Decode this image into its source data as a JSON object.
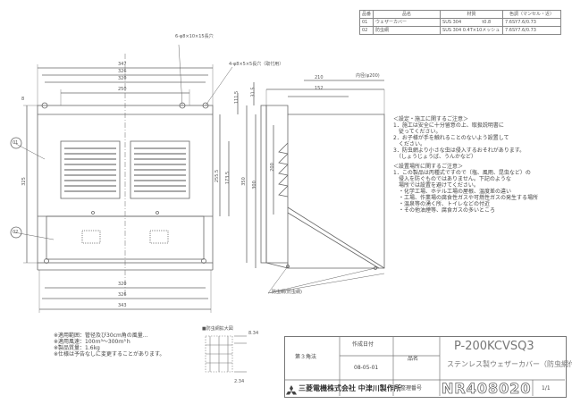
{
  "parts_table": {
    "headers": [
      "品番",
      "品名",
      "材質",
      "色調（マンセル・近）"
    ],
    "rows": [
      [
        "01",
        "ウェザーカバー",
        "SUS 304",
        "t0.8",
        "7.6SY7.6/0.73"
      ],
      [
        "02",
        "防虫網",
        "SUS 304 0.4T×10メッシュ",
        "",
        "7.6SY7.6/0.73"
      ]
    ]
  },
  "dimensions": {
    "top_347": "347",
    "top_326": "326",
    "top_320": "320",
    "top_250": "250",
    "bottom_320": "320",
    "bottom_326": "326",
    "bottom_343": "343",
    "left_325": "325",
    "left_8": "8",
    "mid_255": "255.5",
    "mid_173": "173.5",
    "mid_111": "111.5",
    "side_210": "210",
    "side_152": "152",
    "side_inner": "内径(φ200)",
    "side_31": "31.5",
    "side_350": "350",
    "side_300": "300",
    "side_200": "200",
    "hole1": "6-φ8×10×15長穴",
    "hole2": "4-φ8×5×5長穴（取付用）",
    "net_note": "防虫網(防虫網)",
    "detail_t1": "8.34",
    "detail_t2": "2.34",
    "detail_caption": "■防虫網拡大図"
  },
  "labels": {
    "part01": "01",
    "part02": "02"
  },
  "notes_right": {
    "title": "＜設定・施工に関するご注意＞",
    "lines": [
      "1．施工は安全に十分留意の上、取扱説明書に",
      "　従ってください。",
      "2．お子様が手を触れることのないよう設置して",
      "　ください。",
      "3．防虫網より小さな虫は侵入するおそれがあります。",
      "　（しょうじょうば、うんかなど）",
      "＜設置場所に関するご注意＞",
      "1．この製品は丙種式ですので（塩、風雨、昆虫など）の",
      "　侵入を防ぐものではありません。下記のような",
      "　場所では設置を避けてください。",
      "　・化学工場、ホテル工場の屋根、温度差の違い",
      "　・工場、作業場の腐食性ガスや可燃性ガスの発生する場所",
      "　・温泉等の湧く所、トイレなどの付近",
      "　・その他油煙等、腐食ガスの多いところ"
    ]
  },
  "notes_left": {
    "lines": [
      "※適用範囲：管径及び30cm角の風量…",
      "※適用風速：100ｍ³～300ｍ³ｈ",
      "※製品質量：1.6kg",
      "※仕様は予告なしに変更することがあります。"
    ]
  },
  "title_block": {
    "angle_method": "第３角法",
    "date_label": "作成日付",
    "date_value": "08-05-01",
    "name_label": "品名",
    "model": "P-200KCVSQ3",
    "product_name": "ステンレス製ウェザーカバー（防虫網付）",
    "drawing_label": "整理番号",
    "drawing_number": "NR408020",
    "sheet": "1/1",
    "company": "三菱電機株式会社 中津川製作所"
  }
}
